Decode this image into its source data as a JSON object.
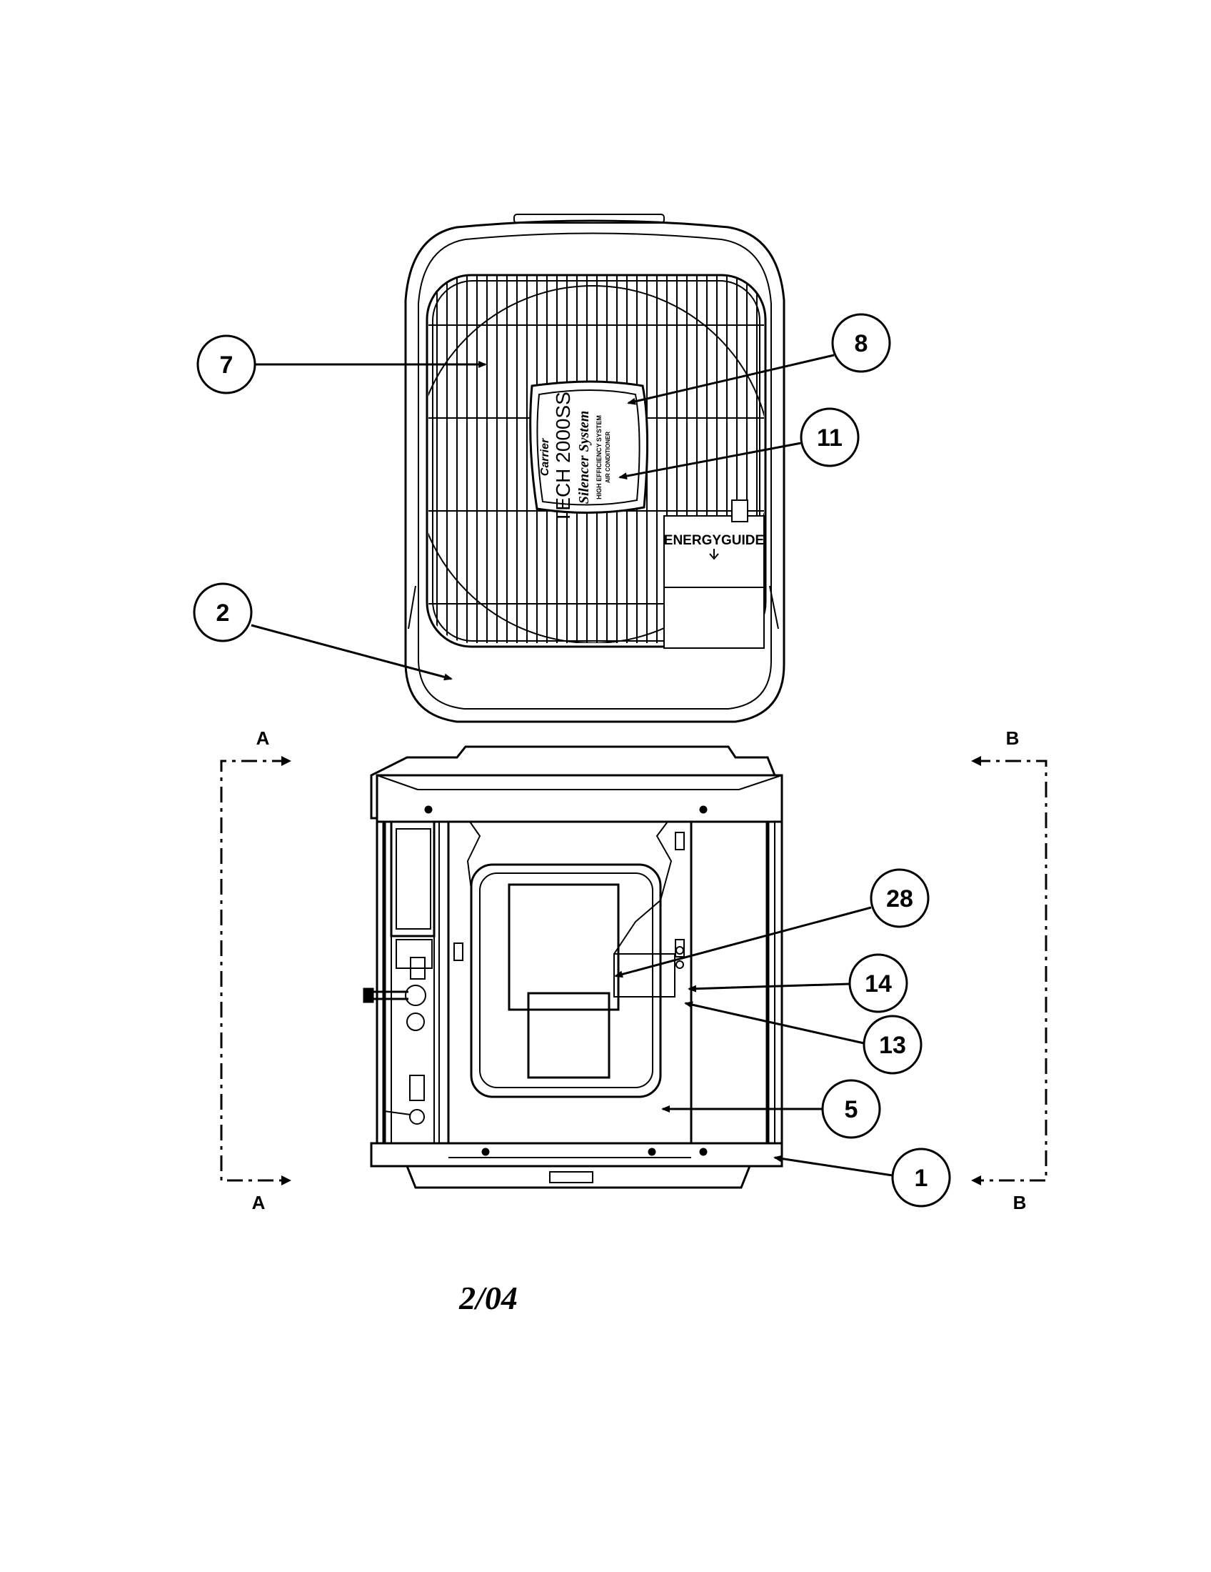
{
  "unit_label": {
    "brand": "Carrier",
    "model": "TECH 2000SS",
    "series": "Silencer System",
    "line3": "HIGH EFFICIENCY SYSTEM",
    "line4": "AIR CONDITIONER"
  },
  "energy_guide": "ENERGYGUIDE",
  "callouts": {
    "c7": "7",
    "c8": "8",
    "c11": "11",
    "c2": "2",
    "c28": "28",
    "c14": "14",
    "c13": "13",
    "c5": "5",
    "c1": "1"
  },
  "section_markers": {
    "a_top": "A",
    "a_bottom": "A",
    "b_top": "B",
    "b_bottom": "B"
  },
  "date": "2/04",
  "colors": {
    "line": "#000000",
    "background": "#ffffff"
  }
}
